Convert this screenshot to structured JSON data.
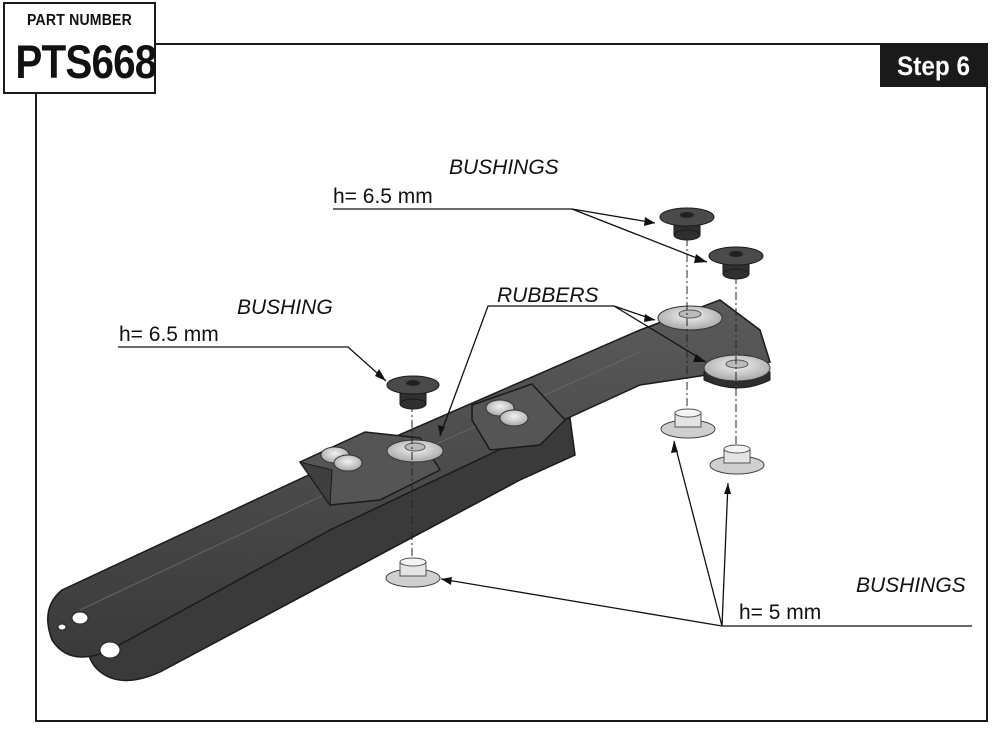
{
  "header": {
    "part_label": "PART NUMBER",
    "part_number": "PTS668",
    "step": "Step 6"
  },
  "callouts": {
    "bushings_top": "BUSHINGS",
    "h_top_right": "h= 6.5 mm",
    "bushing_left": "BUSHING",
    "h_left": "h= 6.5 mm",
    "rubbers": "RUBBERS",
    "bushings_bottom": "BUSHINGS",
    "h_bottom": "h= 5 mm"
  },
  "colors": {
    "arm": "#4a4a4a",
    "arm_dark": "#333333",
    "dark_bushing": "#3c3c3c",
    "light_part": "#d6d6d6",
    "outline": "#1a1a1a"
  }
}
